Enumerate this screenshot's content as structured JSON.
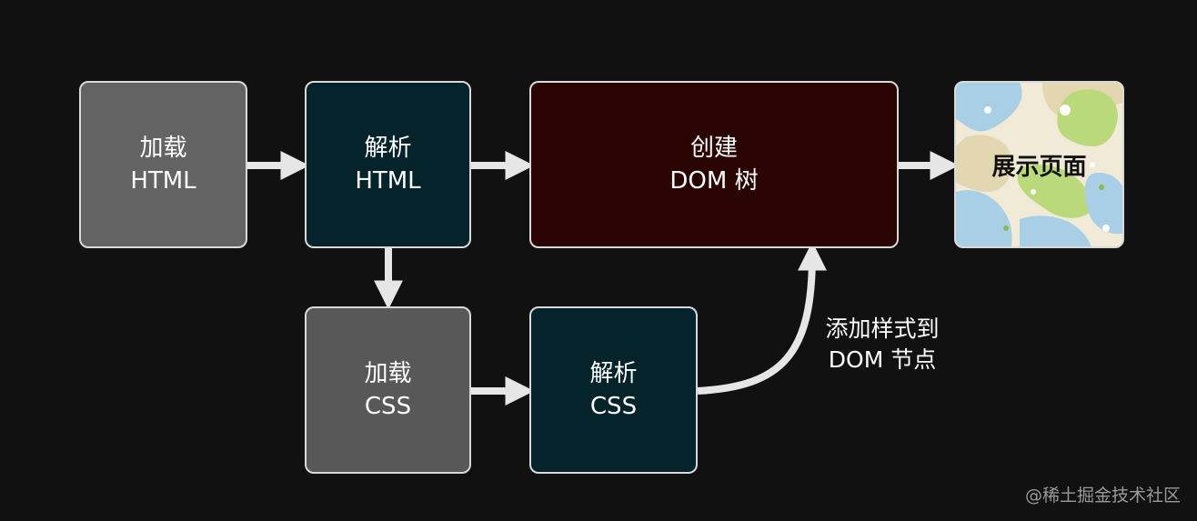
{
  "nodes": {
    "load_html": {
      "line1": "加载",
      "line2": "HTML"
    },
    "parse_html": {
      "line1": "解析",
      "line2": "HTML"
    },
    "create_dom": {
      "line1": "创建",
      "line2": "DOM 树"
    },
    "show_page": {
      "label": "展示页面"
    },
    "load_css": {
      "line1": "加载",
      "line2": "CSS"
    },
    "parse_css": {
      "line1": "解析",
      "line2": "CSS"
    }
  },
  "edge_label": {
    "line1": "添加样式到",
    "line2": "DOM 节点"
  },
  "watermark": "@稀土掘金技术社区",
  "colors": {
    "background": "#111111",
    "load_box": "#636363",
    "parse_box": "#04232a",
    "dom_box": "#2a0303",
    "arrow": "#e6e6e6"
  }
}
